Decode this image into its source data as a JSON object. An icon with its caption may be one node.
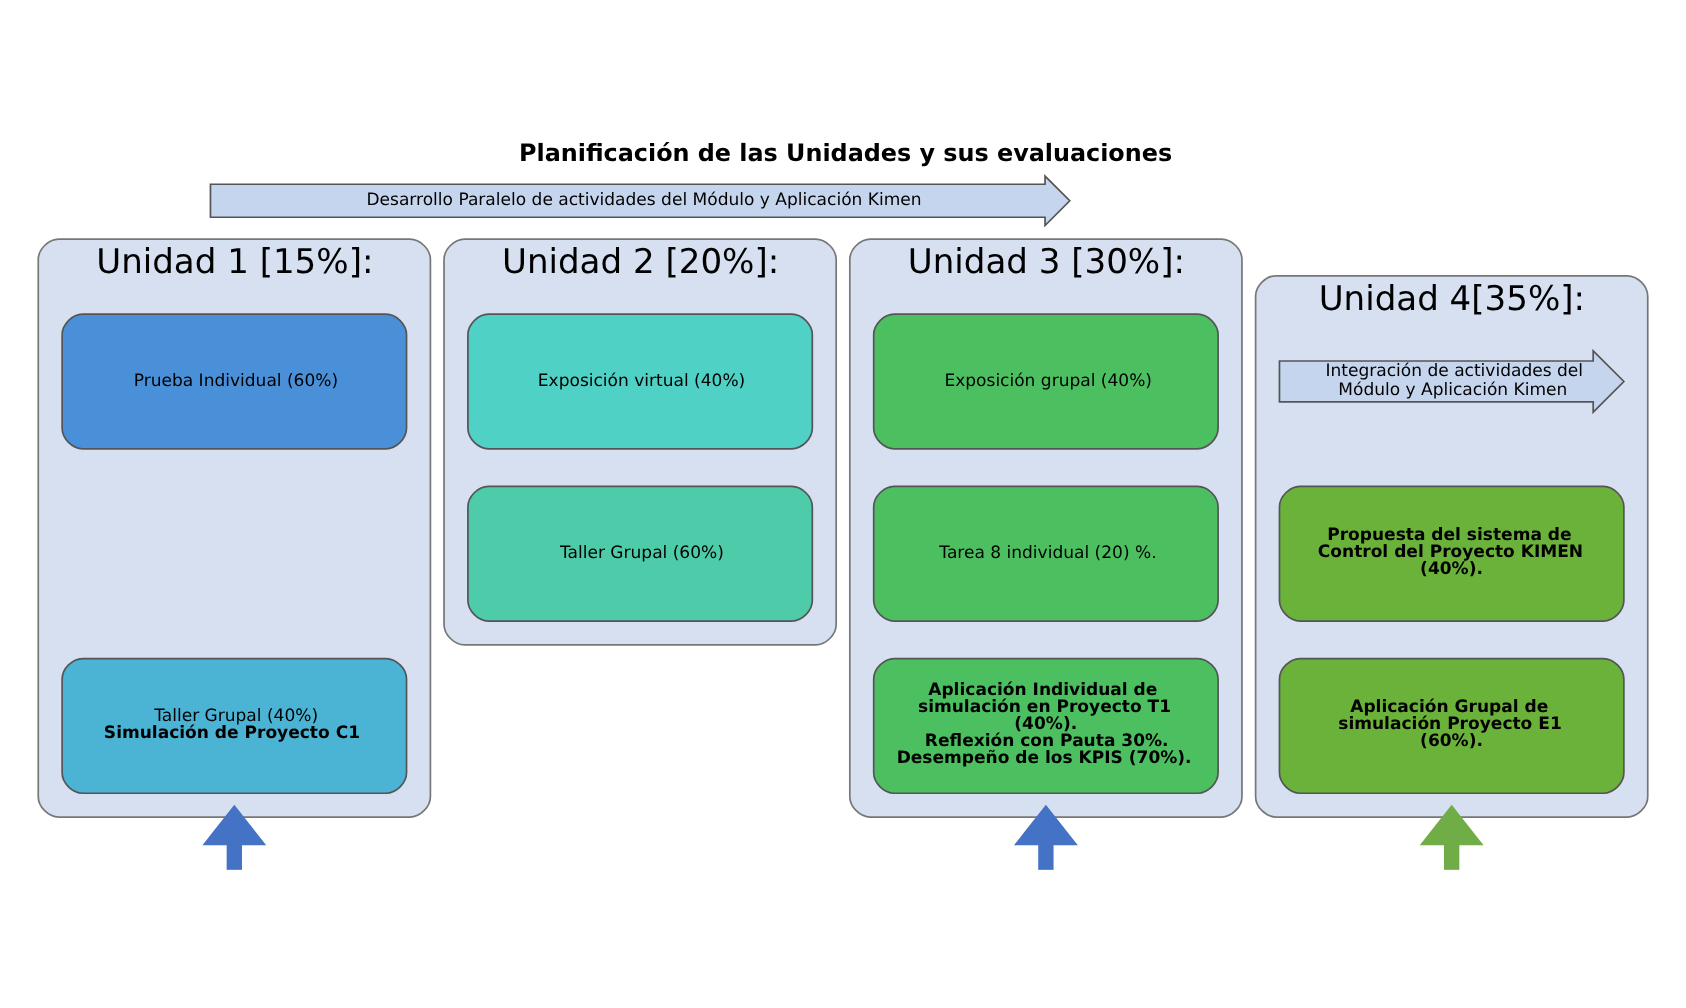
{
  "diagram": {
    "title": "Planificación de las Unidades y sus evaluaciones",
    "nodes": [
      {
        "text": [
          "Unidad 1 [15%]:"
        ]
      },
      {
        "text": [
          "Prueba Individual (60%)"
        ],
        "in": 0
      },
      {
        "text": [
          "Taller Grupal (40%)",
          "Simulación de Proyecto C1"
        ],
        "in": 0
      },
      {
        "text": [
          "Unidad 2 [20%]:"
        ]
      },
      {
        "text": [
          "Exposición virtual (40%)"
        ],
        "in": 3
      },
      {
        "text": [
          "Taller Grupal (60%)"
        ],
        "in": 3
      },
      {
        "text": [
          "Unidad 3 [30%]:"
        ]
      },
      {
        "text": [
          "Exposición grupal (40%)"
        ],
        "in": 6
      },
      {
        "text": [
          "Tarea 8 individual (20) %."
        ],
        "in": 6
      },
      {
        "text": [
          "Aplicación Individual de simulación en Proyecto T1 (40%).",
          "Reflexión con Pauta 30%. Desempeño de los KPIS (70%)."
        ],
        "in": 6
      },
      {
        "text": [
          "Unidad 4[35%]:"
        ]
      },
      {
        "text": [
          "Integración de actividades del Módulo y Aplicación Kimen"
        ],
        "in": 10
      },
      {
        "text": [
          "Propuesta del sistema de Control del Proyecto KIMEN (40%)."
        ],
        "in": 10
      },
      {
        "text": [
          "Aplicación Grupal de simulación Proyecto E1 (60%)."
        ],
        "in": 10
      },
      {
        "text": [
          "Desarrollo Paralelo de actividades del Módulo y Aplicación Kimen"
        ]
      }
    ],
    "edges": [
      {
        "from": null,
        "to": 0,
        "arrow": "to"
      },
      {
        "from": null,
        "to": 6,
        "arrow": "to"
      },
      {
        "from": null,
        "to": 10,
        "arrow": "to",
        "color": "#70ad47"
      }
    ]
  }
}
